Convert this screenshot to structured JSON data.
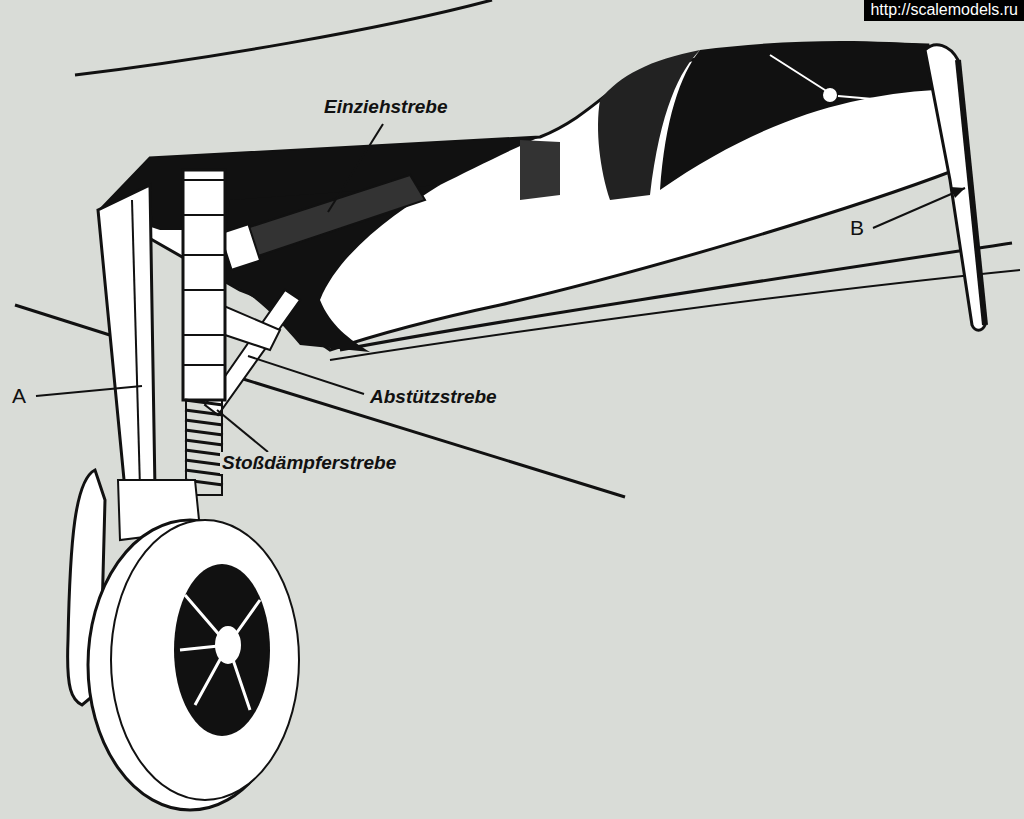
{
  "diagram": {
    "labels": [
      "http://scalemodels.ru",
      "Einziehstrebe",
      "A",
      "B",
      "Abstützstrebe",
      "Stoßdämpferstrebe"
    ]
  }
}
